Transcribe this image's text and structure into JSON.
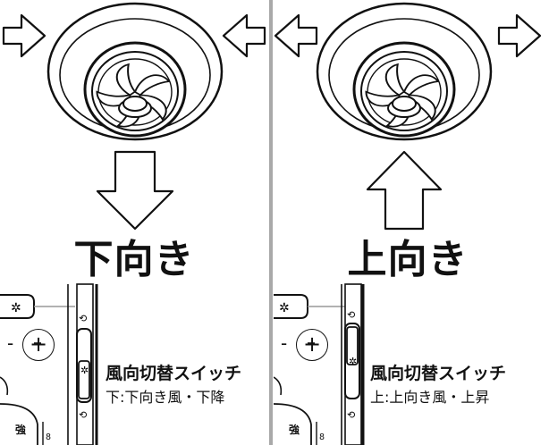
{
  "panels": [
    {
      "id": "down",
      "direction_label": "下向き",
      "switch_name": "風向切替スイッチ",
      "switch_desc": "下:下向き風・下降"
    },
    {
      "id": "up",
      "direction_label": "上向き",
      "switch_name": "風向切替スイッチ",
      "switch_desc": "上:上向き風・上昇"
    }
  ],
  "remote": {
    "plus": "+",
    "minus": "-",
    "strong": "強",
    "timer": "8"
  },
  "colors": {
    "line": "#111111",
    "divider": "#a9a9a9"
  }
}
